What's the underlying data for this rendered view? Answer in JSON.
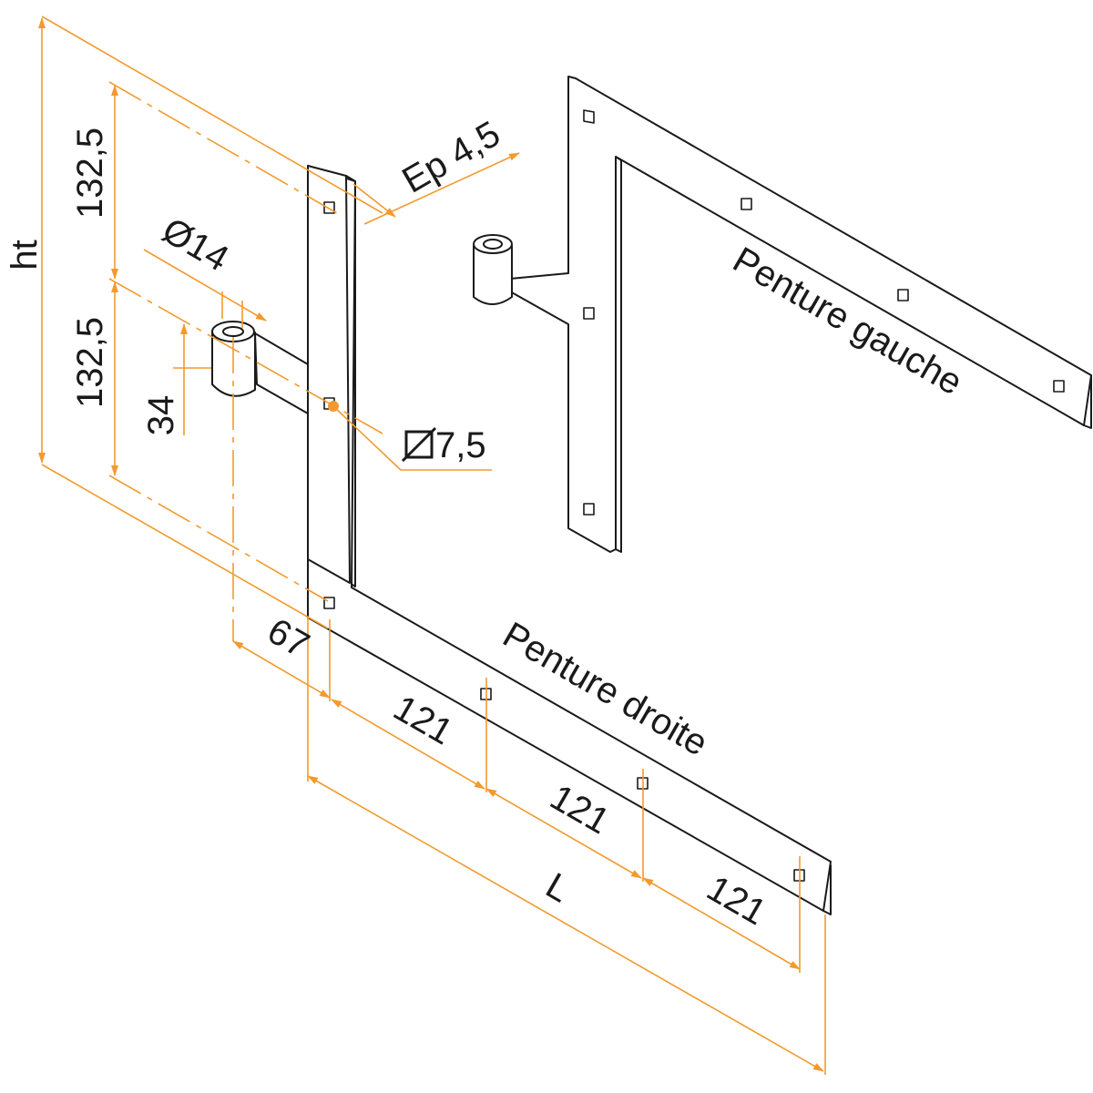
{
  "colors": {
    "dimension": "#f29a2e",
    "outline": "#1a1a1a",
    "face": "#ffffff"
  },
  "parts": {
    "left_hinge_label": "Penture gauche",
    "right_hinge_label": "Penture droite"
  },
  "dimensions": {
    "height": "ht",
    "upper_arm": "132,5",
    "lower_arm": "132,5",
    "pin_diameter": "Ø14",
    "pin_height": "34",
    "thickness": "Ep 4,5",
    "hole_size": "7,5",
    "offset": "67",
    "spacing_1": "121",
    "spacing_2": "121",
    "spacing_3": "121",
    "length": "L"
  },
  "icons": {
    "square_hole": "square-hole-symbol-icon"
  }
}
